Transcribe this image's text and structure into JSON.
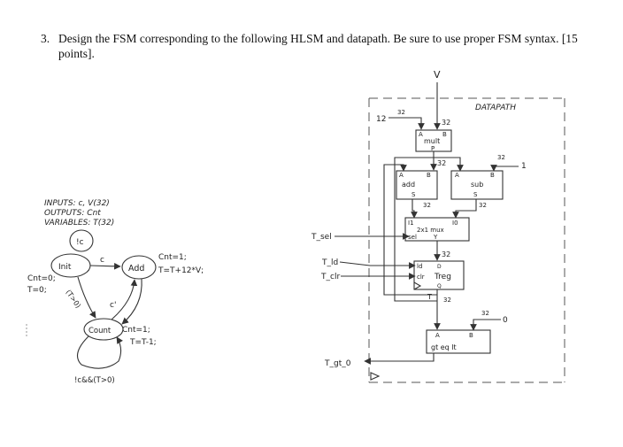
{
  "question": {
    "number": "3.",
    "text": "Design the FSM corresponding to the following HLSM and datapath. Be sure to use proper FSM syntax. [15 points]."
  },
  "hlsm": {
    "declarations": [
      "INPUTS: c, V(32)",
      "OUTPUTS: Cnt",
      "VARIABLES: T(32)"
    ],
    "states": {
      "init": "Init",
      "add": "Add",
      "count": "Count"
    },
    "transitions": {
      "init_self": "!c",
      "init_to_add": "c",
      "init_to_count": "(T>0)",
      "count_to_add": "c'",
      "count_self": "!c&&(T>0)"
    },
    "actions": {
      "init": [
        "Cnt=0;",
        "T=0;"
      ],
      "add": [
        "Cnt=1;",
        "T=T+12*V;"
      ],
      "count": [
        "Cnt=1;",
        "T=T-1;"
      ]
    }
  },
  "datapath": {
    "title": "DATAPATH",
    "top_input": "V",
    "const_12": "12",
    "bus_width": "32",
    "mult": {
      "a": "A",
      "b": "B",
      "name": "mult",
      "out": "P"
    },
    "add": {
      "a": "A",
      "b": "B",
      "name": "add",
      "out": "S"
    },
    "sub": {
      "a": "A",
      "b": "B",
      "name": "sub",
      "out": "S",
      "const": "1"
    },
    "mux": {
      "i1": "I1",
      "i0": "I0",
      "name": "2x1 mux",
      "sel": "sel",
      "out": "Y"
    },
    "treg": {
      "ld": "ld",
      "clr": "clr",
      "name": "Treg",
      "in": "D",
      "out": "Q"
    },
    "comp": {
      "a": "A",
      "b": "B",
      "outputs": "gt eq lt",
      "const": "0"
    },
    "signals": {
      "t_sel": "T_sel",
      "t_ld": "T_ld",
      "t_clr": "T_clr",
      "t_gt_0": "T_gt_0"
    },
    "out_label": "T"
  }
}
